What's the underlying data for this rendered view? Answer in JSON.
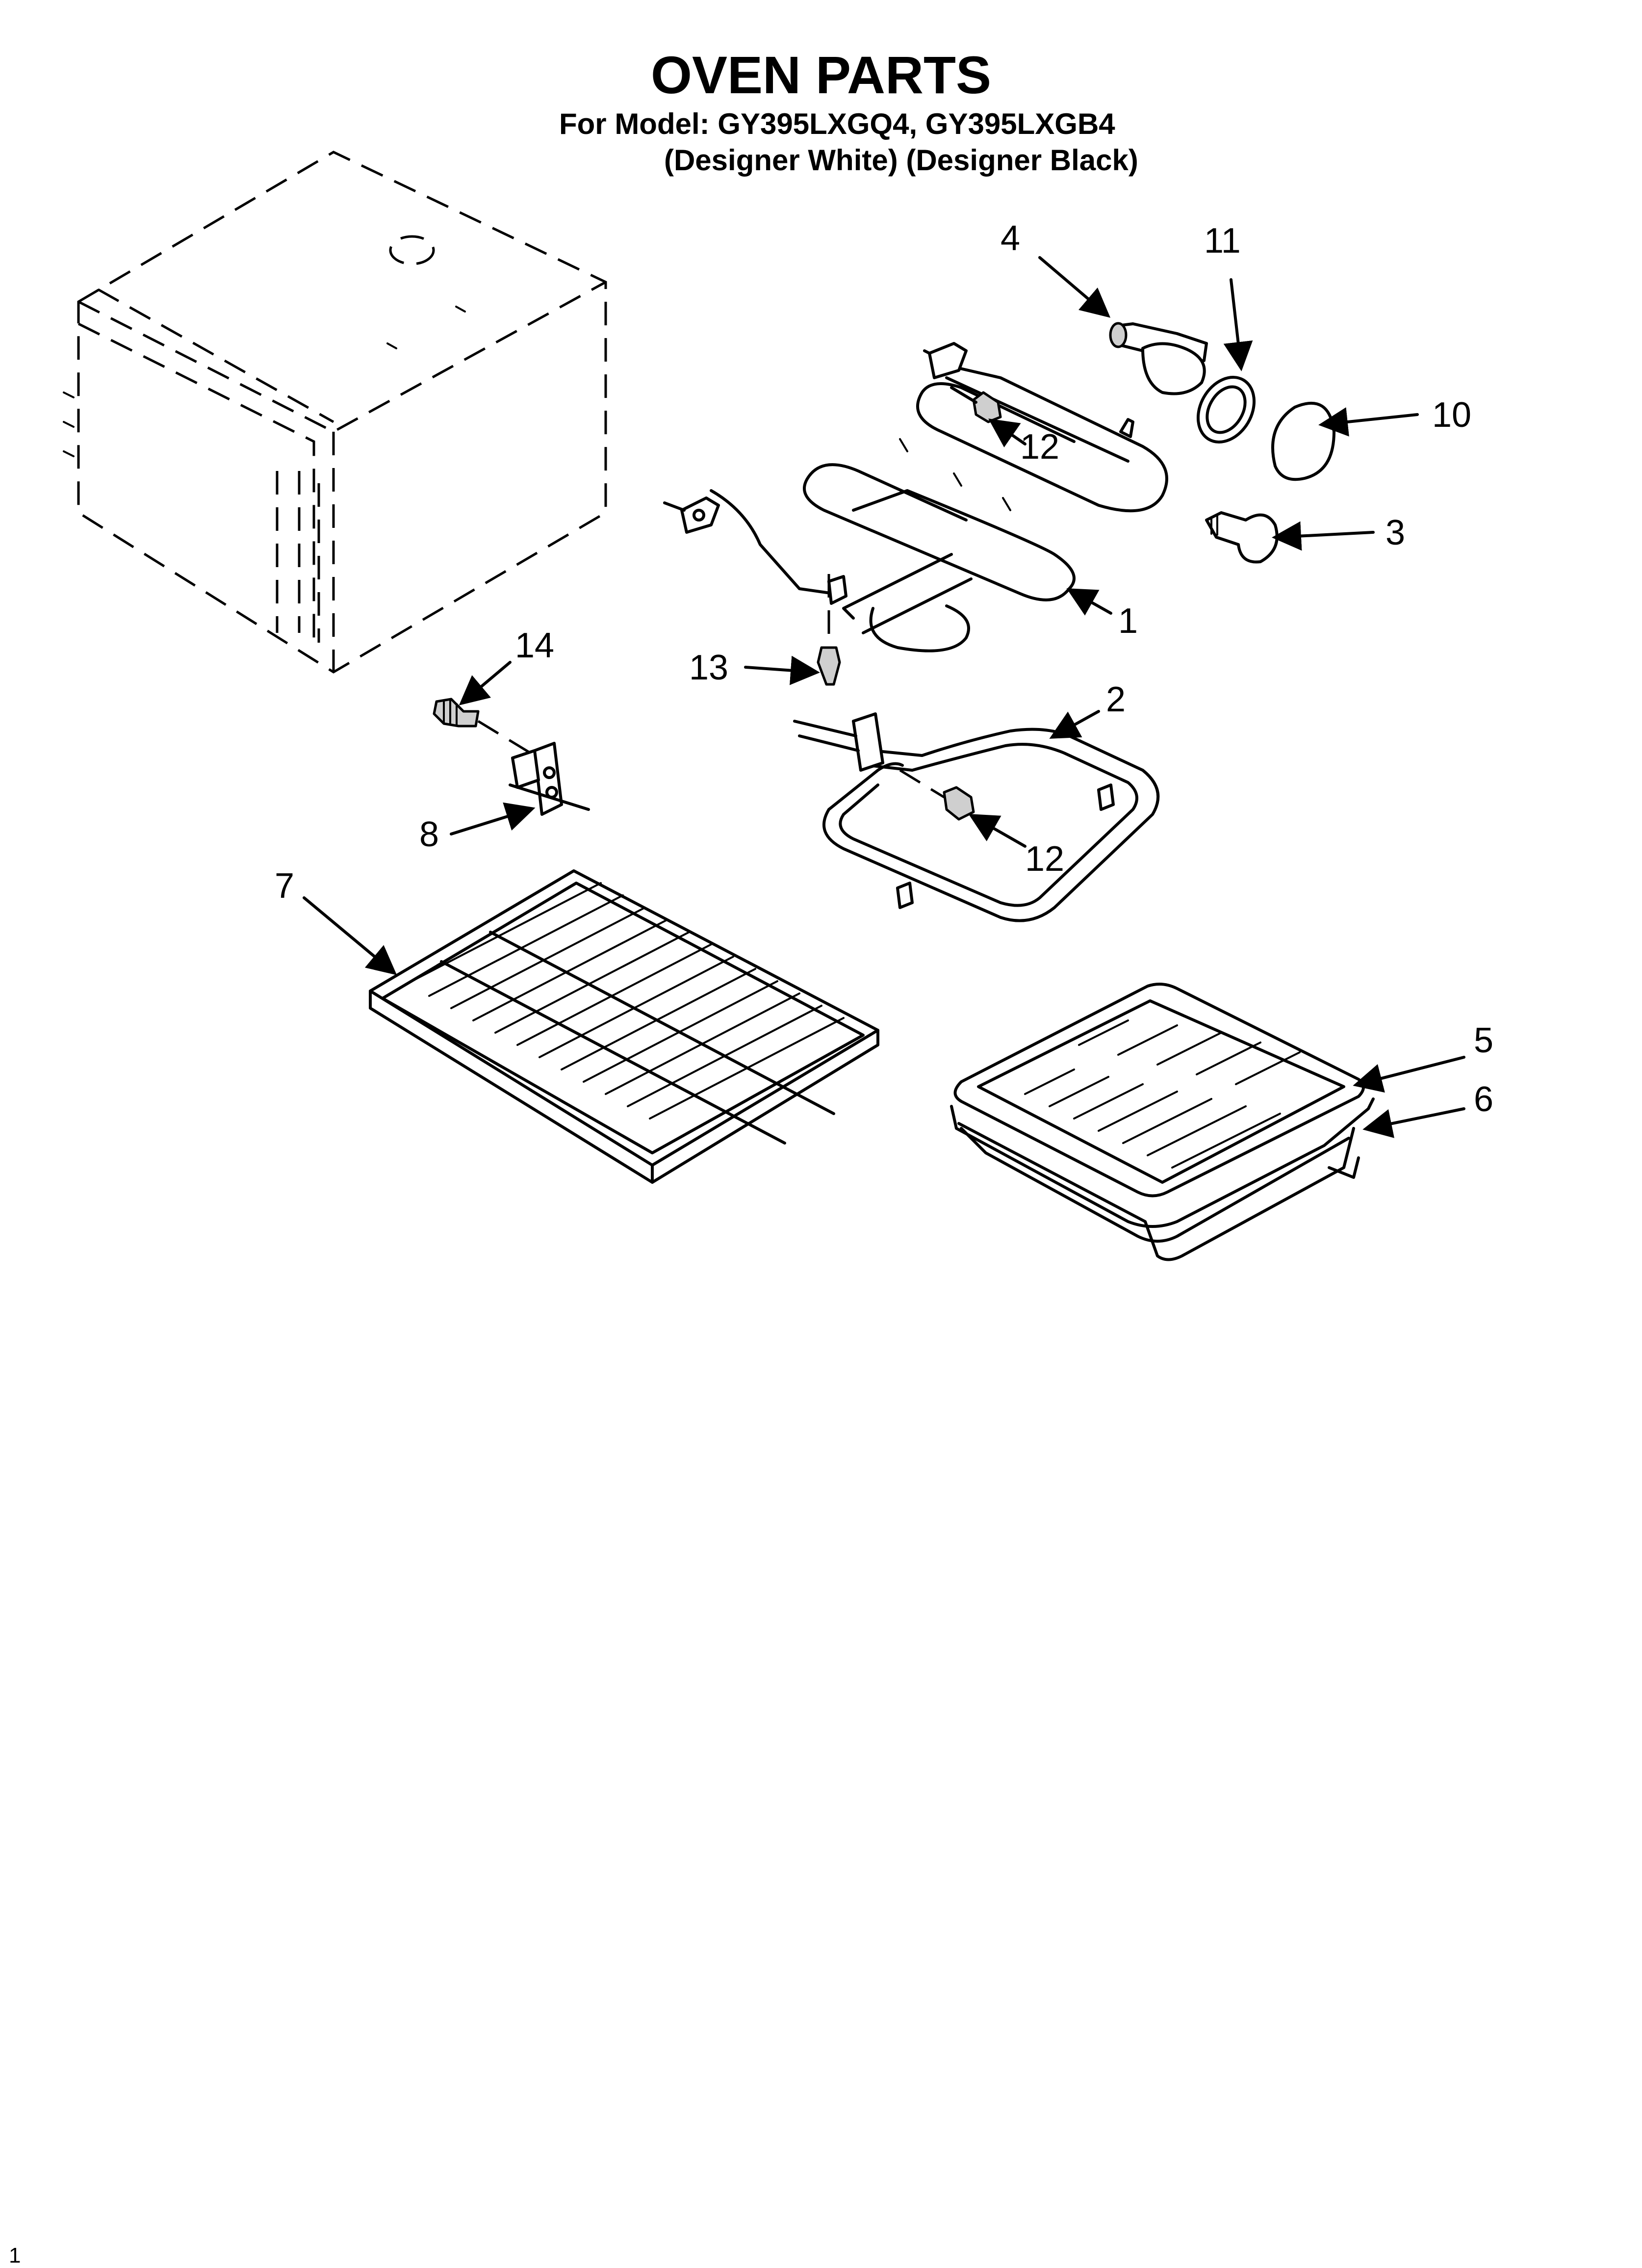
{
  "header": {
    "title": "OVEN PARTS",
    "model_line": "For Model: GY395LXGQ4, GY395LXGB4",
    "variants_line": "(Designer White) (Designer Black)"
  },
  "callouts": [
    {
      "id": "1",
      "text": "1"
    },
    {
      "id": "2",
      "text": "2"
    },
    {
      "id": "3",
      "text": "3"
    },
    {
      "id": "4",
      "text": "4"
    },
    {
      "id": "5",
      "text": "5"
    },
    {
      "id": "6",
      "text": "6"
    },
    {
      "id": "7",
      "text": "7"
    },
    {
      "id": "8",
      "text": "8"
    },
    {
      "id": "10",
      "text": "10"
    },
    {
      "id": "11",
      "text": "11"
    },
    {
      "id": "12a",
      "text": "12"
    },
    {
      "id": "12b",
      "text": "12"
    },
    {
      "id": "13",
      "text": "13"
    },
    {
      "id": "14",
      "text": "14"
    }
  ],
  "footer": {
    "page_mark": "1"
  }
}
